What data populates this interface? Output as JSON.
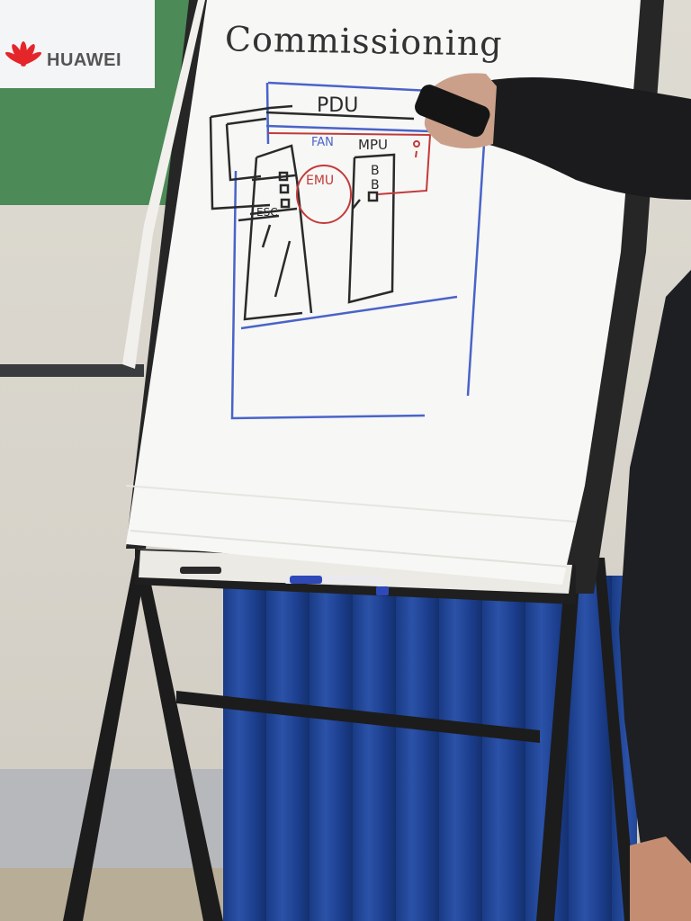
{
  "scene": {
    "logo": {
      "text": "HUAWEI",
      "mark_icon": "huawei-flower-logo",
      "brand_color": "#e4262b"
    },
    "flipchart": {
      "title": "Commissioning",
      "labels": {
        "pdu": "PDU",
        "fan": "FAN",
        "mpu": "MPU",
        "emu": "EMU",
        "esc": "ESC"
      }
    },
    "colors": {
      "marker_black": "#2a2a2a",
      "marker_blue": "#4a63c9",
      "marker_red": "#c23a3a",
      "banner_green": "#4c8a58",
      "curtain_blue": "#1d3f8f"
    }
  }
}
